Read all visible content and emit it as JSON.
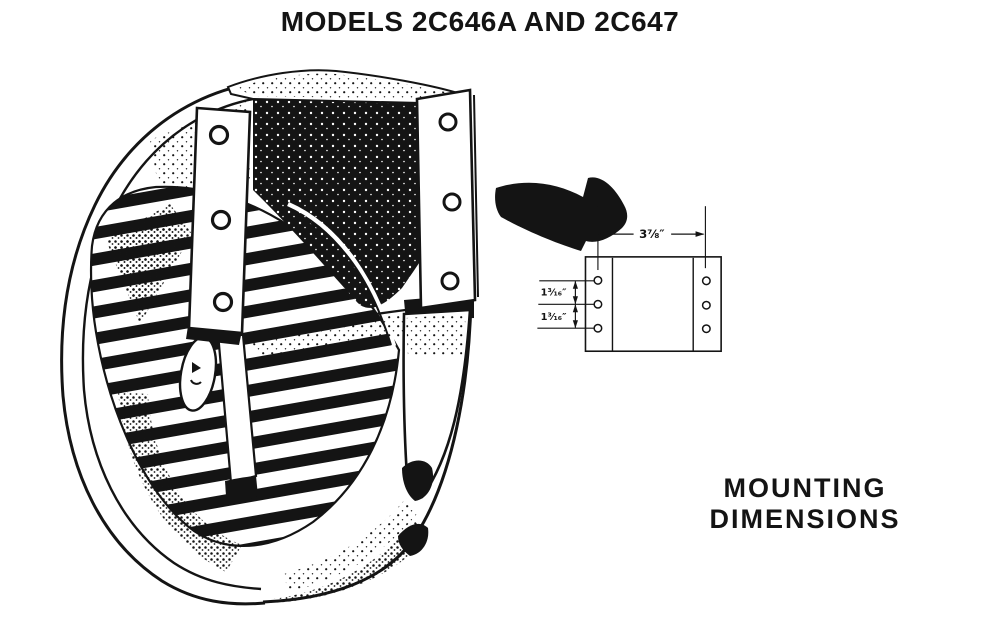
{
  "title": "MODELS 2C646A AND 2C647",
  "illustration": {
    "subject": "centrifugal-blower",
    "mounting_holes_per_flange": 3
  },
  "mounting_diagram": {
    "width_label": "3⅞″",
    "spacing_labels": [
      "1³⁄₁₆″",
      "1³⁄₁₆″"
    ],
    "caption_line1": "MOUNTING",
    "caption_line2": "DIMENSIONS",
    "holes_per_side": 3
  },
  "colors": {
    "ink": "#141414",
    "paper": "#ffffff"
  }
}
